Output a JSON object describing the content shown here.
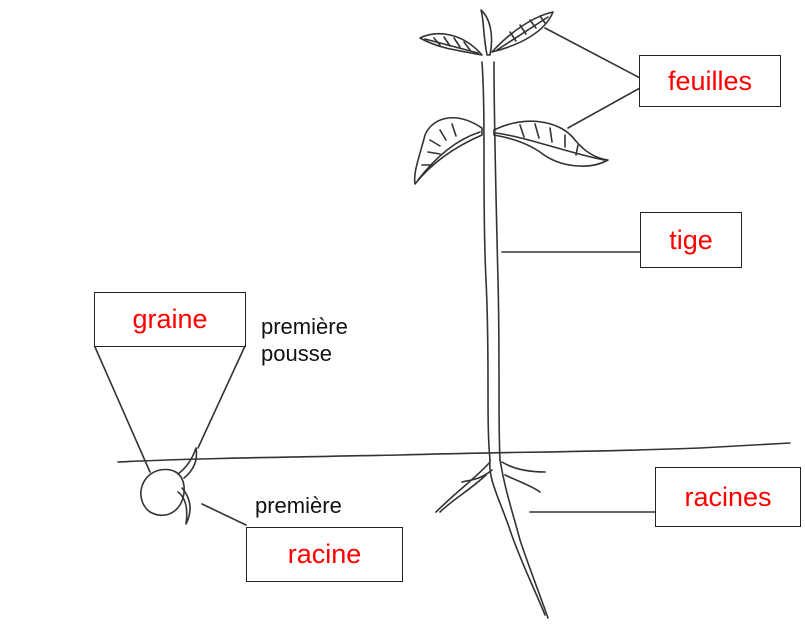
{
  "colors": {
    "label_text": "#ff0000",
    "ink": "#333333",
    "box_border": "#222222"
  },
  "labels": {
    "feuilles": "feuilles",
    "tige": "tige",
    "graine": "graine",
    "racines": "racines",
    "racine": "racine"
  },
  "annotations": {
    "premiere_pousse_line1": "première",
    "premiere_pousse_line2": "pousse",
    "premiere_racine": "première"
  }
}
